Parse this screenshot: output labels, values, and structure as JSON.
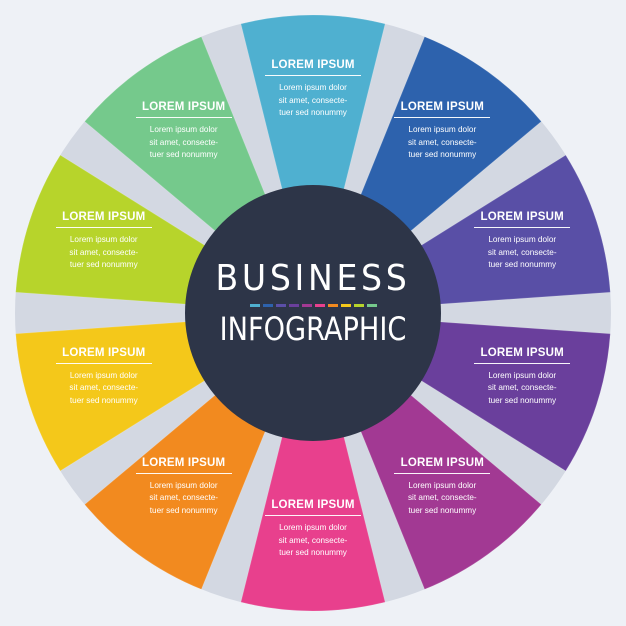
{
  "center": {
    "title_line1": "BUSINESS",
    "title_line2": "INFOGRAPHIC",
    "bg_color": "#2d3548",
    "dash_colors": [
      "#4fb0d0",
      "#2d62ad",
      "#5b4fa8",
      "#6a3f9c",
      "#a23993",
      "#e8408d",
      "#f28a1f",
      "#f4c81a",
      "#b7d42b",
      "#75c98c"
    ]
  },
  "segments": [
    {
      "title": "LOREM IPSUM",
      "lines": [
        "Lorem ipsum dolor",
        "sit amet, consecte-",
        "tuer sed nonummy"
      ],
      "color": "#4fb0d0"
    },
    {
      "title": "LOREM IPSUM",
      "lines": [
        "Lorem ipsum dolor",
        "sit amet, consecte-",
        "tuer sed nonummy"
      ],
      "color": "#2d62ad"
    },
    {
      "title": "LOREM IPSUM",
      "lines": [
        "Lorem ipsum dolor",
        "sit amet, consecte-",
        "tuer sed nonummy"
      ],
      "color": "#594fa6"
    },
    {
      "title": "LOREM IPSUM",
      "lines": [
        "Lorem ipsum dolor",
        "sit amet, consecte-",
        "tuer sed nonummy"
      ],
      "color": "#6a3f9c"
    },
    {
      "title": "LOREM IPSUM",
      "lines": [
        "Lorem ipsum dolor",
        "sit amet, consecte-",
        "tuer sed nonummy"
      ],
      "color": "#a23993"
    },
    {
      "title": "LOREM IPSUM",
      "lines": [
        "Lorem ipsum dolor",
        "sit amet, consecte-",
        "tuer sed nonummy"
      ],
      "color": "#e8408d"
    },
    {
      "title": "LOREM IPSUM",
      "lines": [
        "Lorem ipsum dolor",
        "sit amet, consecte-",
        "tuer sed nonummy"
      ],
      "color": "#f28a1f"
    },
    {
      "title": "LOREM IPSUM",
      "lines": [
        "Lorem ipsum dolor",
        "sit amet, consecte-",
        "tuer sed nonummy"
      ],
      "color": "#f4c81a"
    },
    {
      "title": "LOREM IPSUM",
      "lines": [
        "Lorem ipsum dolor",
        "sit amet, consecte-",
        "tuer sed nonummy"
      ],
      "color": "#b7d42b"
    },
    {
      "title": "LOREM IPSUM",
      "lines": [
        "Lorem ipsum dolor",
        "sit amet, consecte-",
        "tuer sed nonummy"
      ],
      "color": "#75c98c"
    }
  ]
}
